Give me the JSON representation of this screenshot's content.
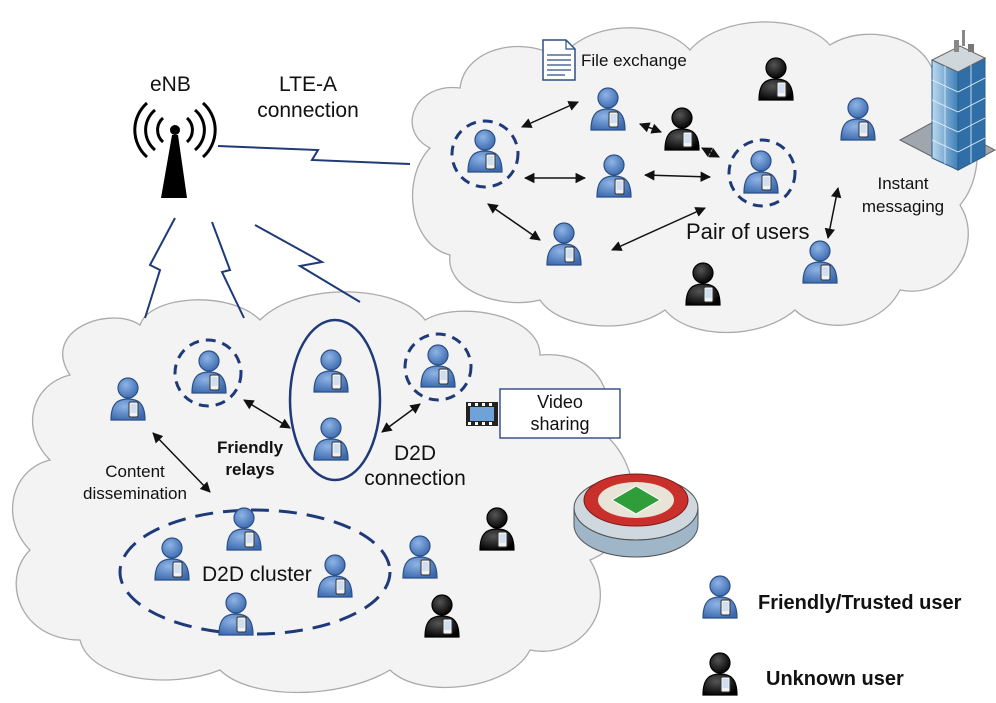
{
  "labels": {
    "enb": "eNB",
    "lte_line1": "LTE-A",
    "lte_line2": "connection",
    "file_exchange": "File exchange",
    "instant_line1": "Instant",
    "instant_line2": "messaging",
    "pair_of_users": "Pair of users",
    "friendly_line1": "Friendly",
    "friendly_line2": "relays",
    "video_line1": "Video",
    "video_line2": "sharing",
    "d2d_conn_line1": "D2D",
    "d2d_conn_line2": "connection",
    "content_line1": "Content",
    "content_line2": "dissemination",
    "d2d_cluster": "D2D cluster"
  },
  "legend": {
    "friendly": "Friendly/Trusted user",
    "unknown": "Unknown user"
  },
  "colors": {
    "trusted_user": "#4a78b8",
    "unknown_user": "#111111",
    "link": "#1f3a78",
    "cloud_fill": "#f3f3f3",
    "cloud_stroke": "#aaaaaa"
  }
}
